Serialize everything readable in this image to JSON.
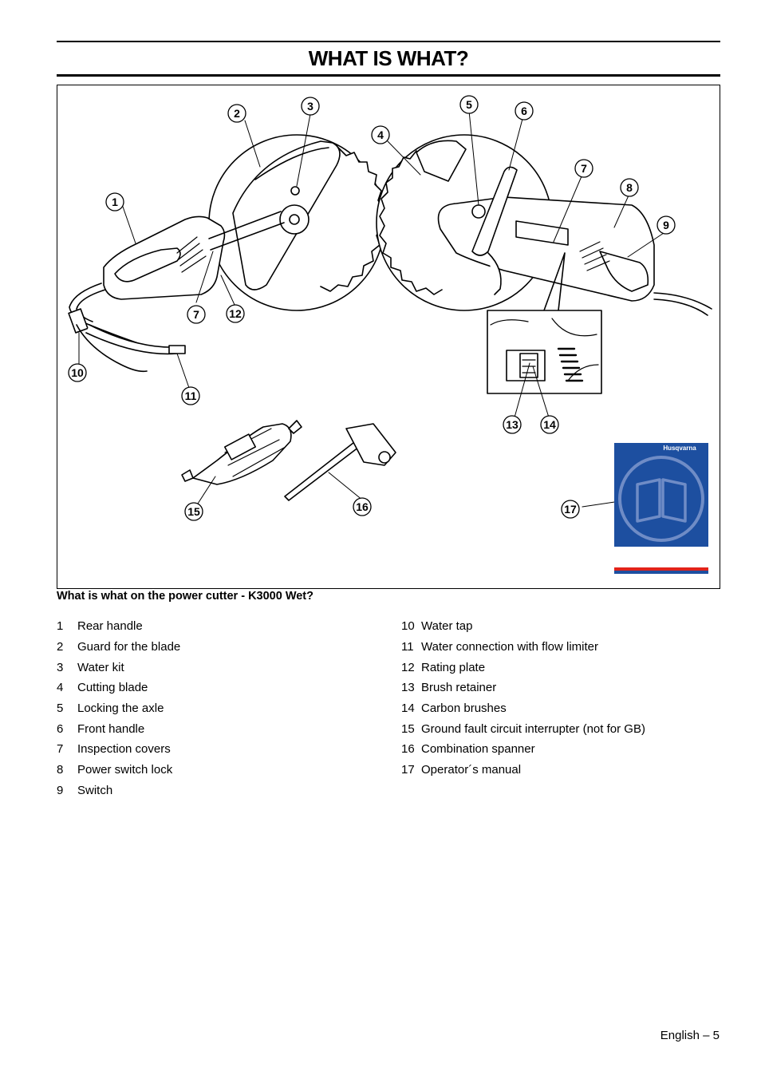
{
  "page": {
    "title": "WHAT IS WHAT?",
    "footer": "English – 5"
  },
  "figure": {
    "caption": "What is what on the power cutter - K3000 Wet?",
    "callouts": [
      "1",
      "2",
      "3",
      "4",
      "5",
      "6",
      "7",
      "7",
      "8",
      "9",
      "10",
      "11",
      "12",
      "13",
      "14",
      "15",
      "16",
      "17"
    ],
    "manual_brand": "Husqvarna",
    "colors": {
      "manual_cover": "#1d4fa0",
      "manual_stripe": "#e2231a",
      "line": "#000000"
    }
  },
  "parts_left": [
    {
      "num": "1",
      "label": "Rear handle"
    },
    {
      "num": "2",
      "label": "Guard for the blade"
    },
    {
      "num": "3",
      "label": "Water kit"
    },
    {
      "num": "4",
      "label": "Cutting blade"
    },
    {
      "num": "5",
      "label": "Locking the axle"
    },
    {
      "num": "6",
      "label": "Front handle"
    },
    {
      "num": "7",
      "label": "Inspection covers"
    },
    {
      "num": "8",
      "label": "Power switch lock"
    },
    {
      "num": "9",
      "label": "Switch"
    }
  ],
  "parts_right": [
    {
      "num": "10",
      "label": "Water tap"
    },
    {
      "num": "11",
      "label": "Water connection with flow limiter"
    },
    {
      "num": "12",
      "label": "Rating plate"
    },
    {
      "num": "13",
      "label": "Brush retainer"
    },
    {
      "num": "14",
      "label": "Carbon brushes"
    },
    {
      "num": "15",
      "label": "Ground fault circuit interrupter (not for GB)"
    },
    {
      "num": "16",
      "label": "Combination spanner"
    },
    {
      "num": "17",
      "label": "Operator´s manual"
    }
  ]
}
